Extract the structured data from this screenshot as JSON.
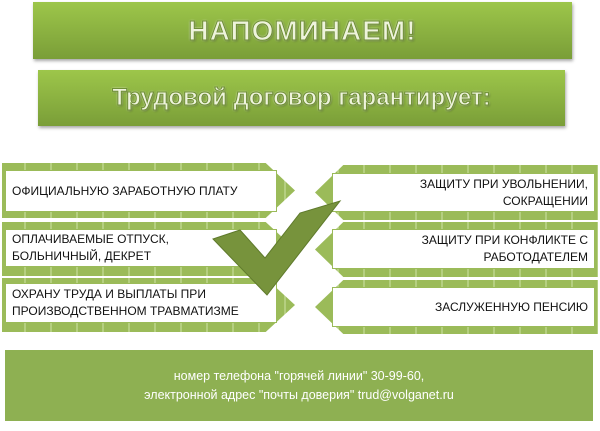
{
  "title": "НАПОМИНАЕМ!",
  "subtitle": "Трудовой договор гарантирует:",
  "left_items": [
    "ОФИЦИАЛЬНУЮ ЗАРАБОТНУЮ ПЛАТУ",
    "ОПЛАЧИВАЕМЫЕ ОТПУСК, БОЛЬНИЧНЫЙ, ДЕКРЕТ",
    "ОХРАНУ ТРУДА И ВЫПЛАТЫ ПРИ ПРОИЗВОДСТВЕННОМ ТРАВМАТИЗМЕ"
  ],
  "right_items": [
    "ЗАЩИТУ ПРИ УВОЛЬНЕНИИ, СОКРАЩЕНИИ",
    "ЗАЩИТУ ПРИ КОНФЛИКТЕ С РАБОТОДАТЕЛЕМ",
    "ЗАСЛУЖЕННУЮ ПЕНСИЮ"
  ],
  "footer": {
    "line1": "номер телефона \"горячей линии\" 30-99-60,",
    "line2": "электронной адрес \"почты доверия\" trud@volganet.ru"
  },
  "colors": {
    "green": "#9bbb59",
    "dark_green": "#77933c"
  }
}
